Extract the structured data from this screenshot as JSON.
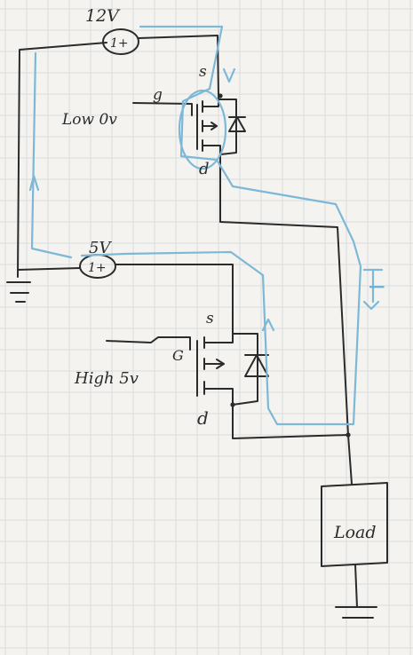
{
  "labels": {
    "v12": "12V",
    "v5": "5V",
    "src_plus_top": "1+",
    "src_plus_bottom": "1+",
    "low_fet_source": "s",
    "low_fet_gate": "g",
    "low_fet_drain": "d",
    "low_fet_input": "Low 0v",
    "high_fet_source": "s",
    "high_fet_gate": "G",
    "high_fet_drain": "d",
    "high_fet_input": "High 5v",
    "load": "Load",
    "current_label": "I"
  },
  "colors": {
    "ink": "#2b2b2b",
    "current_path": "#7db8d6",
    "paper": "#f4f3ef",
    "grid": "#d9dde2"
  }
}
